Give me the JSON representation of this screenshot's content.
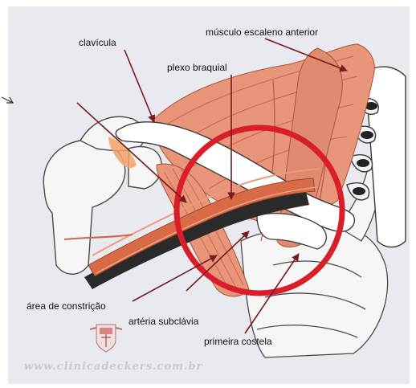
{
  "labels": {
    "clavicle": "clavícula",
    "scalene": "músculo escaleno anterior",
    "plexus": "plexo braquial",
    "constriction": "área de constrição",
    "subclavian": "artéria subclávia",
    "first_rib": "primeira costela"
  },
  "watermark": "www.clinicadeckers.com.br",
  "colors": {
    "bone": "#f4f4f4",
    "bone_outline": "#4a4a4a",
    "muscle": "#e8957a",
    "muscle_dark": "#c8654a",
    "vessel_dark": "#2a2a2a",
    "circle": "#d91e2a",
    "arrow": "#7a1a1a",
    "background": "#e9eaef"
  },
  "icons": {
    "logo": "coat-of-arms-icon"
  }
}
